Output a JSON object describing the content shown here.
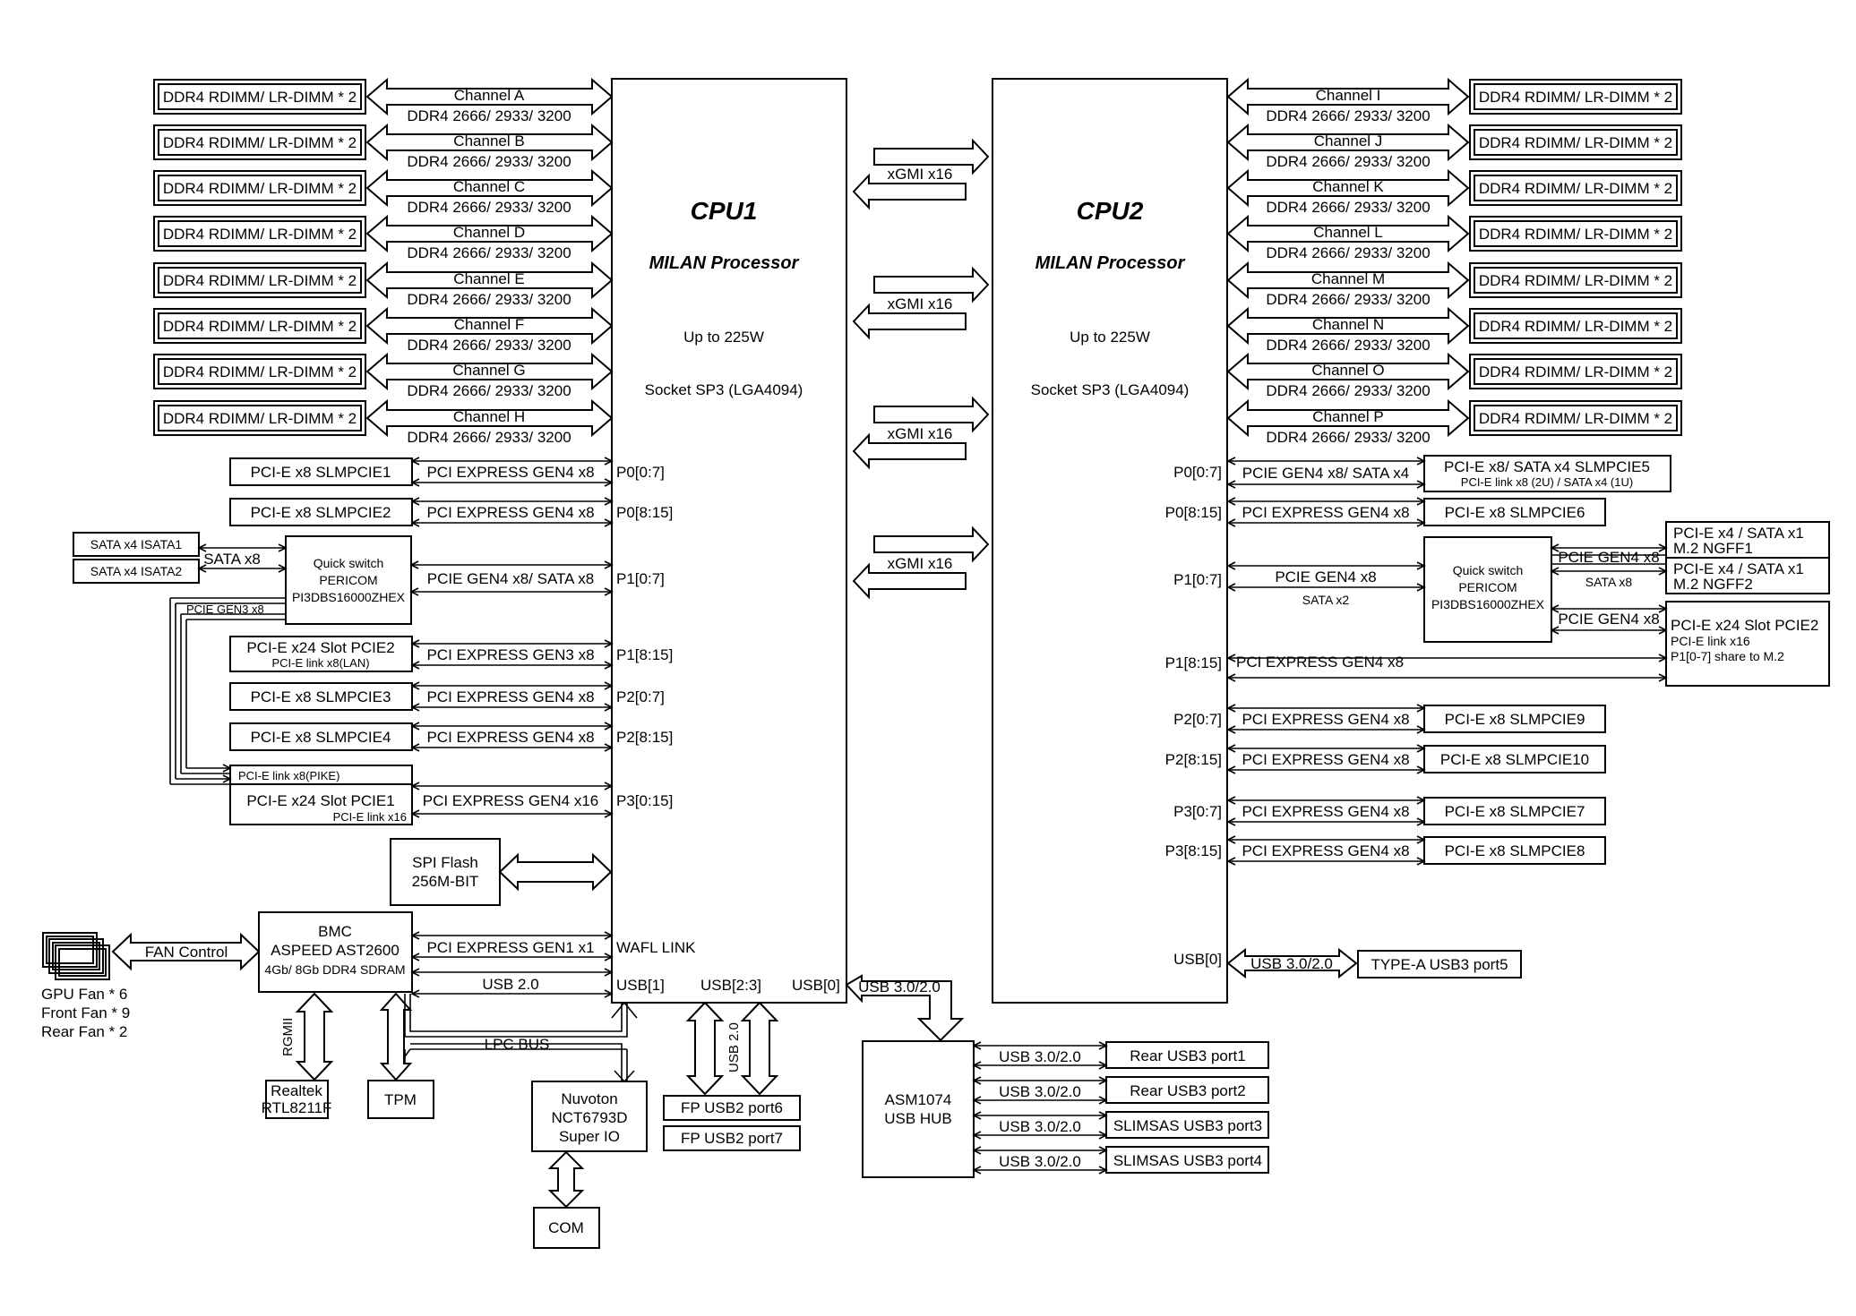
{
  "cpu1": {
    "title": "CPU1",
    "subtitle": "MILAN Processor",
    "power": "Up to 225W",
    "socket": "Socket SP3 (LGA4094)"
  },
  "cpu2": {
    "title": "CPU2",
    "subtitle": "MILAN Processor",
    "power": "Up to 225W",
    "socket": "Socket SP3 (LGA4094)"
  },
  "memory": {
    "dimm_label": "DDR4 RDIMM/ LR-DIMM * 2",
    "speed_label": "DDR4 2666/ 2933/ 3200",
    "cpu1_channels": [
      "Channel A",
      "Channel B",
      "Channel C",
      "Channel D",
      "Channel E",
      "Channel F",
      "Channel G",
      "Channel H"
    ],
    "cpu2_channels": [
      "Channel I",
      "Channel J",
      "Channel K",
      "Channel L",
      "Channel M",
      "Channel N",
      "Channel O",
      "Channel P"
    ]
  },
  "xgmi": {
    "label": "xGMI x16",
    "count": 4
  },
  "cpu1_io": {
    "slot1": {
      "device": "PCI-E x8 SLMPCIE1",
      "link": "PCI EXPRESS GEN4 x8",
      "port": "P0[0:7]"
    },
    "slot2": {
      "device": "PCI-E x8 SLMPCIE2",
      "link": "PCI EXPRESS GEN4 x8",
      "port": "P0[8:15]"
    },
    "sata1": "SATA x4 ISATA1",
    "sata2": "SATA x4 ISATA2",
    "sata_link": "SATA x8",
    "qs_line1": "Quick switch",
    "qs_line2": "PERICOM",
    "qs_line3": "PI3DBS16000ZHEX",
    "qs_link": "PCIE GEN4 x8/ SATA x8",
    "qs_port": "P1[0:7]",
    "pcie_gen3_label": "PCIE GEN3 x8",
    "slot_pcie2_name": "PCI-E x24 Slot PCIE2",
    "slot_pcie2_sub": "PCI-E link x8(LAN)",
    "slot_pcie2_link": "PCI EXPRESS GEN3 x8",
    "slot_pcie2_port": "P1[8:15]",
    "slot3": {
      "device": "PCI-E x8 SLMPCIE3",
      "link": "PCI EXPRESS GEN4 x8",
      "port": "P2[0:7]"
    },
    "slot4": {
      "device": "PCI-E x8 SLMPCIE4",
      "link": "PCI EXPRESS GEN4 x8",
      "port": "P2[8:15]"
    },
    "pike_label": "PCI-E link x8(PIKE)",
    "slot_pcie1_name": "PCI-E x24 Slot PCIE1",
    "slot_pcie1_sub": "PCI-E link x16",
    "slot_pcie1_link": "PCI EXPRESS GEN4 x16",
    "slot_pcie1_port": "P3[0:15]",
    "spi_line1": "SPI Flash",
    "spi_line2": "256M-BIT"
  },
  "bmc": {
    "line1": "BMC",
    "line2": "ASPEED AST2600",
    "line3": "4Gb/ 8Gb DDR4 SDRAM",
    "wafl_link": "PCI EXPRESS GEN1 x1",
    "wafl_port": "WAFL LINK",
    "usb_link": "USB 2.0",
    "usb_port": "USB[1]",
    "fan_control": "FAN Control",
    "fans": [
      "GPU Fan * 6",
      "Front Fan * 9",
      "Rear Fan * 2"
    ],
    "rgmii": "RGMII",
    "lpc_bus": "LPC BUS"
  },
  "peripherals": {
    "realtek_line1": "Realtek",
    "realtek_line2": "RTL8211F",
    "tpm": "TPM",
    "sio_line1": "Nuvoton",
    "sio_line2": "NCT6793D",
    "sio_line3": "Super IO",
    "com": "COM",
    "usb23_port": "USB[2:3]",
    "usb20_vertical": "USB 2.0",
    "fp_usb_port6": "FP USB2 port6",
    "fp_usb_port7": "FP USB2 port7",
    "usb0_port": "USB[0]",
    "usb30_link": "USB 3.0/2.0",
    "hub_line1": "ASM1074",
    "hub_line2": "USB HUB",
    "hub_ports": [
      "Rear USB3 port1",
      "Rear USB3 port2",
      "SLIMSAS USB3 port3",
      "SLIMSAS USB3 port4"
    ],
    "hub_links": [
      "USB 3.0/2.0",
      "USB 3.0/2.0",
      "USB 3.0/2.0",
      "USB 3.0/2.0"
    ]
  },
  "cpu2_io": {
    "p0a_port": "P0[0:7]",
    "p0a_link": "PCIE GEN4 x8/ SATA x4",
    "p0a_device": "PCI-E x8/ SATA x4 SLMPCIE5",
    "p0a_device_sub": "PCI-E link x8 (2U) / SATA x4 (1U)",
    "p0b_port": "P0[8:15]",
    "p0b_link": "PCI EXPRESS GEN4 x8",
    "p0b_device": "PCI-E x8 SLMPCIE6",
    "p1a_port": "P1[0:7]",
    "p1a_link": "PCIE GEN4 x8",
    "p1a_sub": "SATA x2",
    "qs_line1": "Quick switch",
    "qs_line2": "PERICOM",
    "qs_line3": "PI3DBS16000ZHEX",
    "qs_out1": "PCIE GEN4 x8",
    "qs_out1_sub": "SATA x8",
    "qs_out2": "PCIE GEN4 x8",
    "ngff1_line1": "PCI-E x4 / SATA x1",
    "ngff1_line2": "M.2 NGFF1",
    "ngff2_line1": "PCI-E x4 / SATA x1",
    "ngff2_line2": "M.2 NGFF2",
    "pcie2_line1": "PCI-E x24 Slot PCIE2",
    "pcie2_line2": "PCI-E link x16",
    "pcie2_line3": "P1[0-7] share to M.2",
    "p1b_port": "P1[8:15]",
    "p1b_link": "PCI EXPRESS GEN4 x8",
    "p2a": {
      "port": "P2[0:7]",
      "link": "PCI EXPRESS GEN4 x8",
      "device": "PCI-E x8 SLMPCIE9"
    },
    "p2b": {
      "port": "P2[8:15]",
      "link": "PCI EXPRESS GEN4 x8",
      "device": "PCI-E x8 SLMPCIE10"
    },
    "p3a": {
      "port": "P3[0:7]",
      "link": "PCI EXPRESS GEN4 x8",
      "device": "PCI-E x8 SLMPCIE7"
    },
    "p3b": {
      "port": "P3[8:15]",
      "link": "PCI EXPRESS GEN4 x8",
      "device": "PCI-E x8 SLMPCIE8"
    },
    "usb_port": "USB[0]",
    "usb_link": "USB 3.0/2.0",
    "usb_device": "TYPE-A USB3 port5"
  }
}
